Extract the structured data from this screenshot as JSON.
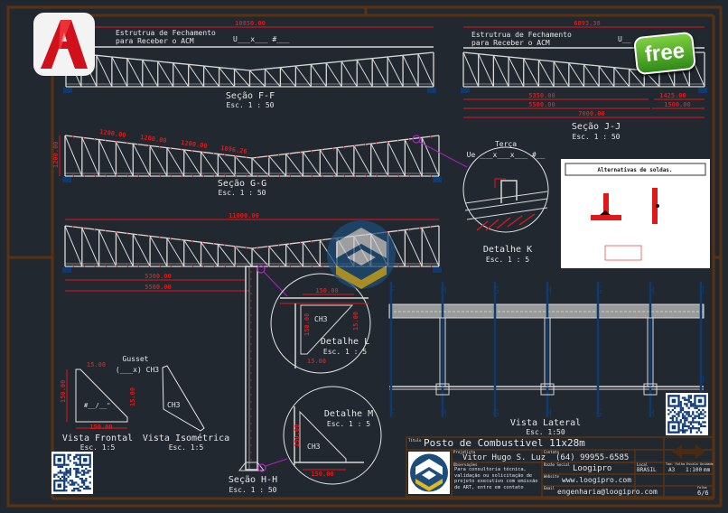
{
  "colors": {
    "background": "#212830",
    "frame": "#5a3210",
    "dimension": "#e01818",
    "steel": "#d8d8d8",
    "axis": "#0f3a70",
    "leader": "#b020c0"
  },
  "icons": {
    "app_logo": "autocad-logo-icon",
    "badge": "free-badge",
    "watermark": "loogipro-logo",
    "qr": "qr-code-icon"
  },
  "badge": "free",
  "section_ff": {
    "title": "Seção F-F",
    "scale": "Esc. 1 : 50",
    "dim_total": "10850.00",
    "note_line1": "Estrutrua de Fechamento",
    "note_line2": "para Receber o ACM",
    "profile": "U___x___ #___"
  },
  "section_jj": {
    "title": "Seção J-J",
    "scale": "Esc. 1 : 50",
    "dim_total": "6893.38",
    "note_line1": "Estrutrua de Fechamento",
    "note_line2": "para Receber o ACM",
    "profile": "U__",
    "dims": [
      "5350.00",
      "1425.00",
      "5500.00",
      "1500.00",
      "7000.00"
    ]
  },
  "section_gg": {
    "title": "Seção G-G",
    "scale": "Esc. 1 : 50",
    "height": "1200.00",
    "dims": [
      "1200.00",
      "1200.00",
      "1200.00",
      "1096.26"
    ]
  },
  "section_hh": {
    "title": "Seção H-H",
    "scale": "Esc. 1 : 50",
    "dim_total": "11000.00",
    "dims": [
      "5300.00",
      "5500.00"
    ]
  },
  "detail_k": {
    "title": "Detalhe K",
    "scale": "Esc. 1 : 5",
    "label": "Terça",
    "profile": "Ue ___x___x___ #__"
  },
  "detail_l": {
    "title": "Detalhe L",
    "scale": "Esc. 1 : 5",
    "part": "CH3",
    "dims": [
      "150.00",
      "150.00",
      "15.00",
      "15.00"
    ]
  },
  "detail_m": {
    "title": "Detalhe M",
    "scale": "Esc. 1 : 5",
    "part": "CH3",
    "dims": [
      "150.00",
      "150.00"
    ]
  },
  "gusset": {
    "title": "Gusset",
    "spec": "(___x) CH3",
    "mark": "#__/__\"",
    "front_title": "Vista Frontal",
    "front_scale": "Esc. 1:5",
    "iso_title": "Vista Isométrica",
    "iso_scale": "Esc. 1:5",
    "part": "CH3",
    "dims": [
      "15.00",
      "150.00",
      "15.00",
      "150.00"
    ]
  },
  "welds": {
    "title": "Alternativas de soldas."
  },
  "lateral": {
    "title": "Vista Lateral",
    "scale": "Esc. 1:50",
    "cuts": [
      "F",
      "H",
      "G",
      "H",
      "G",
      "H",
      "J"
    ]
  },
  "title_block": {
    "project_label": "Título",
    "project": "Posto de Combustivel 11x28m",
    "designer_label": "Projetista",
    "designer": "Vitor Hugo S. Luz",
    "contact_label": "Contato",
    "contact": "(64) 99955-6585",
    "notes_label": "Observações",
    "notes": [
      "Para consultoria técnica,",
      "validação ou solicitação de",
      "projeto executivo com emissão",
      "de ART, entre em contato"
    ],
    "company_label": "Razão Social",
    "company": "Loogipro",
    "site_label": "Website",
    "site": "www.loogipro.com",
    "email_label": "Email",
    "email": "engenharia@loogipro.com",
    "location_label": "Local",
    "location": "BRASIL",
    "sheet_label": "Tam. Folha",
    "sheet": "A3",
    "scale_label": "Escala",
    "scale": "1:100",
    "unit_label": "Unidade",
    "unit": "mm",
    "page_label": "Folha",
    "page": "6/6"
  }
}
